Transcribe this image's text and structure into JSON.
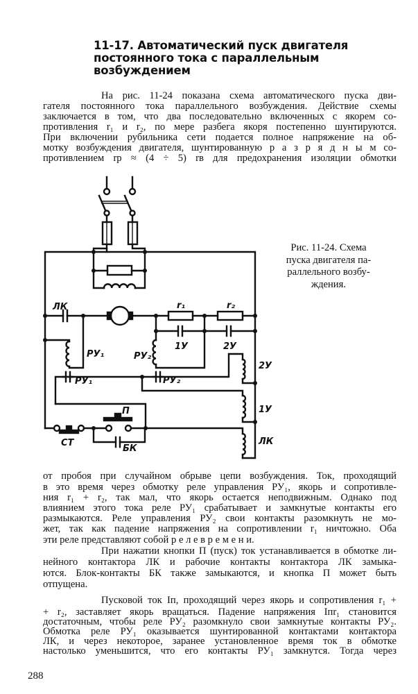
{
  "title": {
    "lines": [
      "11-17. Автоматический пуск двигателя",
      "постоянного тока с параллельным",
      "возбуждением"
    ]
  },
  "top_paragraph": {
    "lines": [
      "На рис. 11-24 показана схема автоматического пуска дви-",
      "гателя постоянного тока параллельного возбуждения. Действие схемы",
      "заключается в том, что два последовательно включенных с якорем со-",
      "противления r₁ и r₂, по мере разбега якоря постепенно шунтируются.",
      "При включении рубильника сети подается полное напряжение на об-",
      "мотку возбуждения двигателя, шунтированную р а з р я д н ы м со-",
      "противлением rр ≈ (4 ÷ 5) rв для предохранения изоляции обмотки"
    ]
  },
  "figure": {
    "caption_lines": [
      "Рис. 11-24. Схема",
      "пуска двигателя па-",
      "раллельного возбу-",
      "ждения."
    ],
    "labels": {
      "lk_contact": "ЛК",
      "r1": "r₁",
      "r2": "r₂",
      "ru1_coil": "РУ₁",
      "ru2_coil": "РУ₂",
      "contact_1u": "1У",
      "contact_2u": "2У",
      "coil_2u": "2У",
      "coil_1u": "1У",
      "coil_lk": "ЛК",
      "ru1_contact": "РУ₁",
      "ru2_contact": "РУ₂",
      "button_p": "П",
      "st": "СТ",
      "bk": "БК"
    }
  },
  "bottom_text": {
    "lines": [
      "от пробоя при случайном обрыве цепи возбуждения. Ток, проходящий",
      "в это время через обмотку реле управления РУ₁, якорь и сопротивле-",
      "ния r₁ + r₂, так мал, что якорь остается неподвижным. Однако под",
      "влиянием этого тока реле РУ₁ срабатывает и замкнутые контакты его",
      "размыкаются. Реле управления РУ₂ свои контакты разомкнуть не мо-",
      "жет, так как падение напряжения на сопротивлении r₁ ничтожно. Оба",
      "эти реле представляют собой р е л е в р е м е н и.",
      "При нажатии кнопки П (пуск) ток устанавливается в обмотке ли-",
      "нейного контактора ЛК и рабочие контакты контактора ЛК замыка-",
      "ются. Блок-контакты БК также замыкаются, и кнопка П может быть",
      "отпущена.",
      "Пусковой ток Iп, проходящий через якорь и сопротивления r₁ +",
      "+ r₂, заставляет якорь вращаться. Падение напряжения Iпr₁ становится",
      "достаточным, чтобы реле РУ₂ разомкнуло свои замкнутые контакты РУ₂.",
      "Обмотка реле РУ₁ оказывается шунтированной контактами контактора",
      "ЛК, и через некоторое, заранее установленное время ток в обмотке",
      "настолько уменьшится, что его контакты РУ₁ замкнутся. Тогда через"
    ]
  },
  "page_number": "288"
}
